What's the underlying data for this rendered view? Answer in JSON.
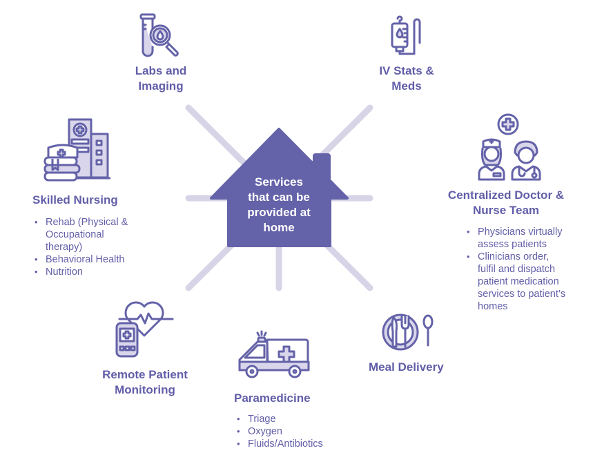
{
  "colors": {
    "primary": "#6462a8",
    "spoke": "#d7d4e7",
    "icon_fill": "#d9d6ec",
    "text": "#625ea8"
  },
  "center": {
    "label_lines": [
      "Services",
      "that can be",
      "provided at",
      "home"
    ],
    "icon": "house-shape"
  },
  "services": {
    "labs": {
      "title_lines": [
        "Labs and",
        "Imaging"
      ],
      "icon": "test-tube-magnifier-icon"
    },
    "iv": {
      "title_lines": [
        "IV Stats &",
        "Meds"
      ],
      "icon": "iv-bag-icon"
    },
    "skilled_nursing": {
      "title": "Skilled Nursing",
      "icon": "hospital-nurse-cap-books-icon",
      "bullets": [
        "Rehab (Physical &",
        "Occupational",
        "therapy)",
        "Behavioral Health",
        "Nutrition"
      ],
      "bullet_items": [
        {
          "lines": [
            "Rehab (Physical &",
            "Occupational",
            "therapy)"
          ]
        },
        {
          "lines": [
            "Behavioral Health"
          ]
        },
        {
          "lines": [
            "Nutrition"
          ]
        }
      ]
    },
    "doctor_team": {
      "title_lines": [
        "Centralized Doctor &",
        "Nurse Team"
      ],
      "icon": "doctor-nurse-icon",
      "bullet_items": [
        {
          "lines": [
            "Physicians virtually",
            "assess patients"
          ]
        },
        {
          "lines": [
            "Clinicians order,",
            "fulfil and dispatch",
            "patient medication",
            "services to patient’s",
            "homes"
          ]
        }
      ]
    },
    "remote_monitoring": {
      "title_lines": [
        "Remote Patient",
        "Monitoring"
      ],
      "icon": "heart-monitor-device-icon"
    },
    "paramedicine": {
      "title": "Paramedicine",
      "icon": "ambulance-icon",
      "bullet_items": [
        {
          "lines": [
            "Triage"
          ]
        },
        {
          "lines": [
            "Oxygen"
          ]
        },
        {
          "lines": [
            "Fluids/Antibiotics"
          ]
        }
      ]
    },
    "meal": {
      "title": "Meal Delivery",
      "icon": "plate-cutlery-icon"
    }
  }
}
